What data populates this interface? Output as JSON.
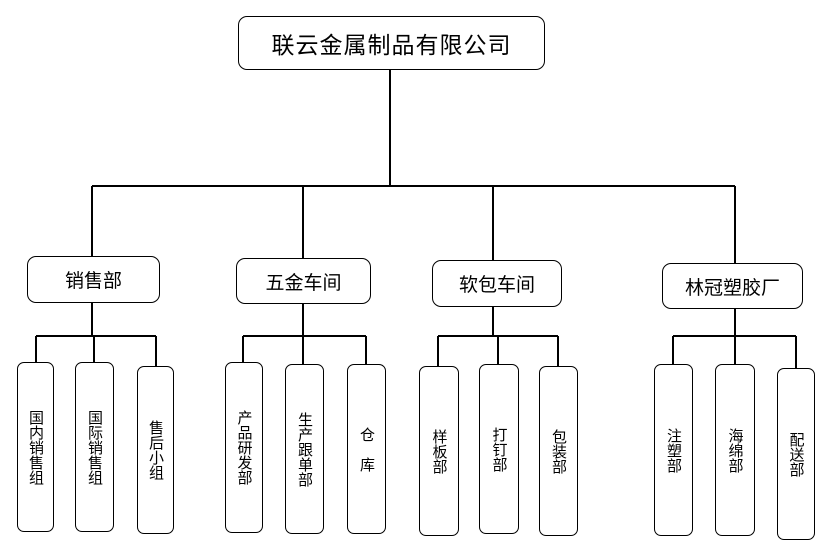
{
  "root": {
    "label": "联云金属制品有限公司"
  },
  "departments": [
    {
      "label": "销售部",
      "units": [
        "国内销售组",
        "国际销售组",
        "售后小组"
      ]
    },
    {
      "label": "五金车间",
      "units": [
        "产品研发部",
        "生产跟单部",
        "仓　库"
      ]
    },
    {
      "label": "软包车间",
      "units": [
        "样板部",
        "打钉部",
        "包装部"
      ]
    },
    {
      "label": "林冠塑胶厂",
      "units": [
        "注塑部",
        "海绵部",
        "配送部"
      ]
    }
  ]
}
